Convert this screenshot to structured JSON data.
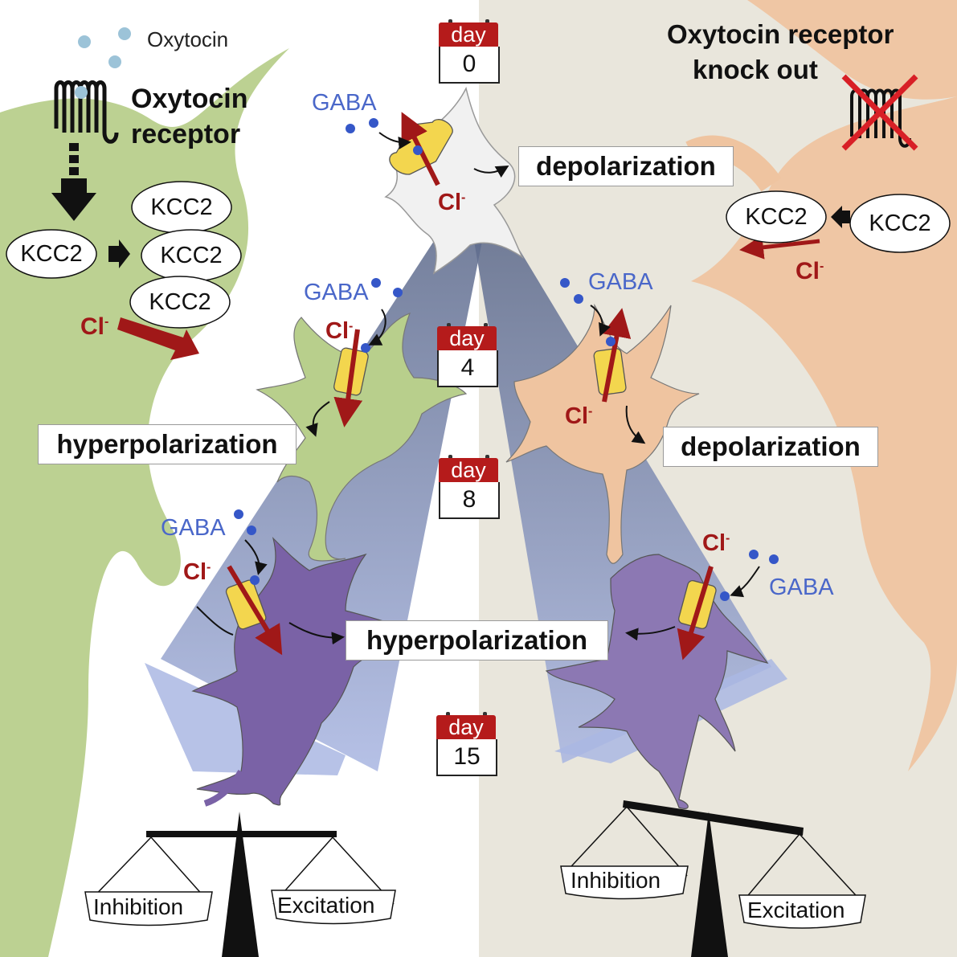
{
  "left_panel": {
    "oxytocin": "Oxytocin",
    "receptor": [
      "Oxytocin",
      "receptor"
    ],
    "kcc2_single": "KCC2",
    "kcc2_stack": [
      "KCC2",
      "KCC2",
      "KCC2"
    ],
    "chloride": "Cl",
    "chloride_sup": "-"
  },
  "right_panel": {
    "title": [
      "Oxytocin  receptor",
      "knock out"
    ],
    "kcc2_left": "KCC2",
    "kcc2_right": "KCC2",
    "chloride": "Cl",
    "chloride_sup": "-"
  },
  "neurotransmitter": "GABA",
  "days": {
    "label": "day",
    "values": [
      "0",
      "4",
      "8",
      "15"
    ]
  },
  "states": {
    "depolarization": "depolarization",
    "hyperpolarization": "hyperpolarization"
  },
  "balance": {
    "inhibition": "Inhibition",
    "excitation": "Excitation"
  },
  "colors": {
    "green": "#b8cf8c",
    "peach": "#efc4a0",
    "purple": "#7a62a6",
    "beige": "#e9e6dc",
    "gaba_blue": "#4a67c9",
    "chloride_red": "#a01818"
  }
}
